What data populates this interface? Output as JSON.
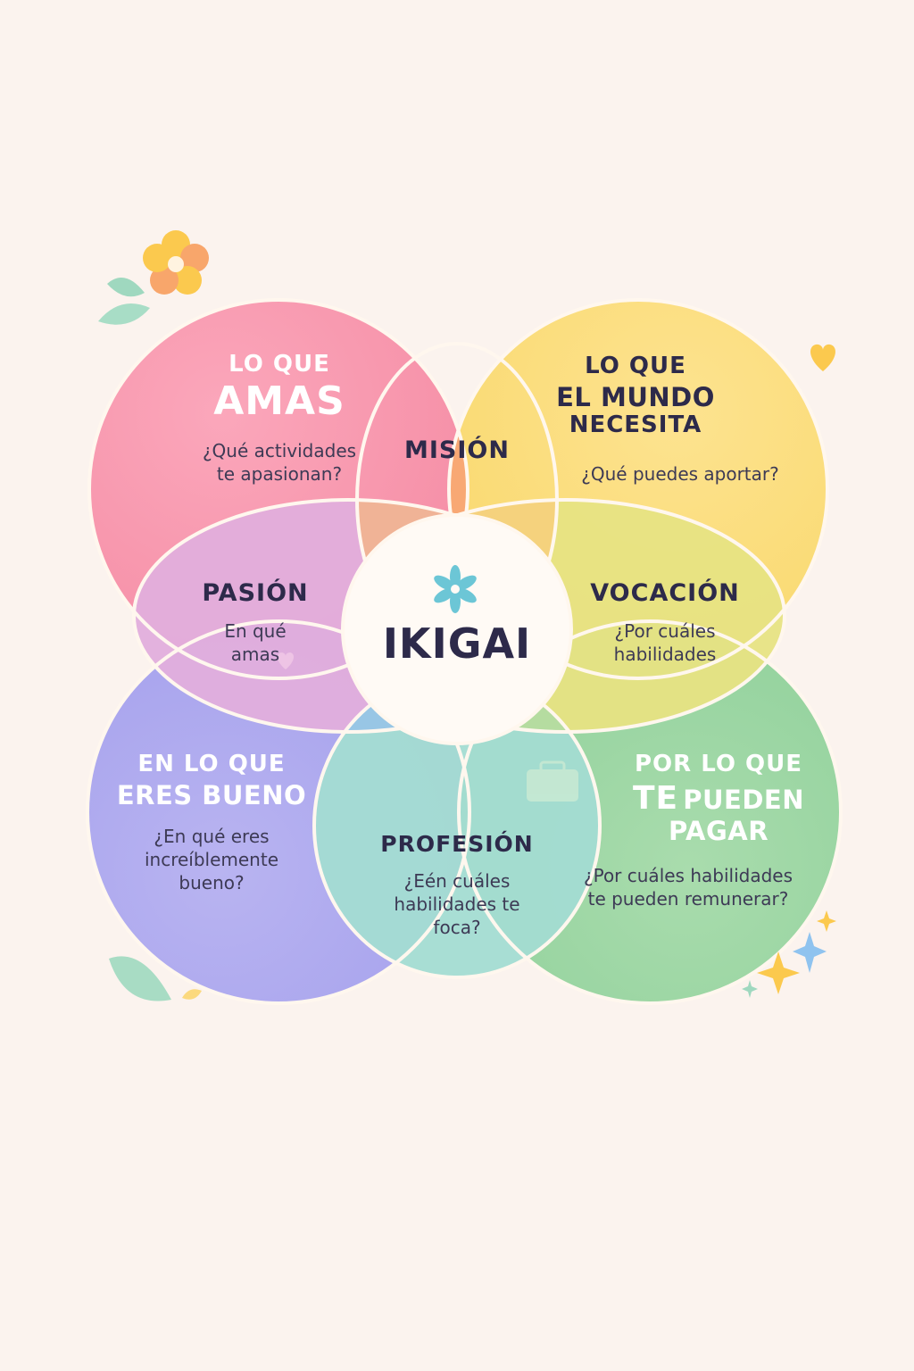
{
  "colors": {
    "background": "#fbf3ee",
    "love": "#f797ad",
    "world": "#fbdd78",
    "good": "#aba7ee",
    "paid": "#9dd6a2",
    "center": "#fffaf5",
    "outline": "#fff7ee",
    "title": "#2d2a4a"
  },
  "icons": [
    "flower-icon",
    "leaf-icon",
    "heart-icon",
    "sparkle-icon",
    "briefcase-icon"
  ],
  "love": {
    "heading_small": "LO QUE",
    "heading_big": "AMAS",
    "question_1": "¿Qué actividades",
    "question_2": "te apasionan?"
  },
  "world": {
    "heading_1": "LO QUE",
    "heading_2": "EL MUNDO",
    "heading_3": "NECESITA",
    "question": "¿Qué puedes aportar?"
  },
  "good": {
    "heading_1": "EN LO QUE",
    "heading_2": "ERES BUENO",
    "question_1": "¿En qué eres",
    "question_2": "increíblemente",
    "question_3": "bueno?"
  },
  "paid": {
    "heading_1": "POR LO QUE",
    "heading_2a": "TE",
    "heading_2b": "PUEDEN",
    "heading_3": "PAGAR",
    "question_1": "¿Por cuáles habilidades",
    "question_2": "te pueden remunerar?"
  },
  "mision": {
    "label": "MISIÓN"
  },
  "pasion": {
    "label": "PASIÓN",
    "text_1": "En qué",
    "text_2": "amas"
  },
  "vocacion": {
    "label": "VOCACIÓN",
    "text_1": "¿Por cuáles",
    "text_2": "habilidades"
  },
  "profesion": {
    "label": "PROFESIÓN",
    "text_1": "¿Eén cuáles",
    "text_2": "habilidades te",
    "text_3": "foca?"
  },
  "center": {
    "title": "IKIGAI"
  }
}
